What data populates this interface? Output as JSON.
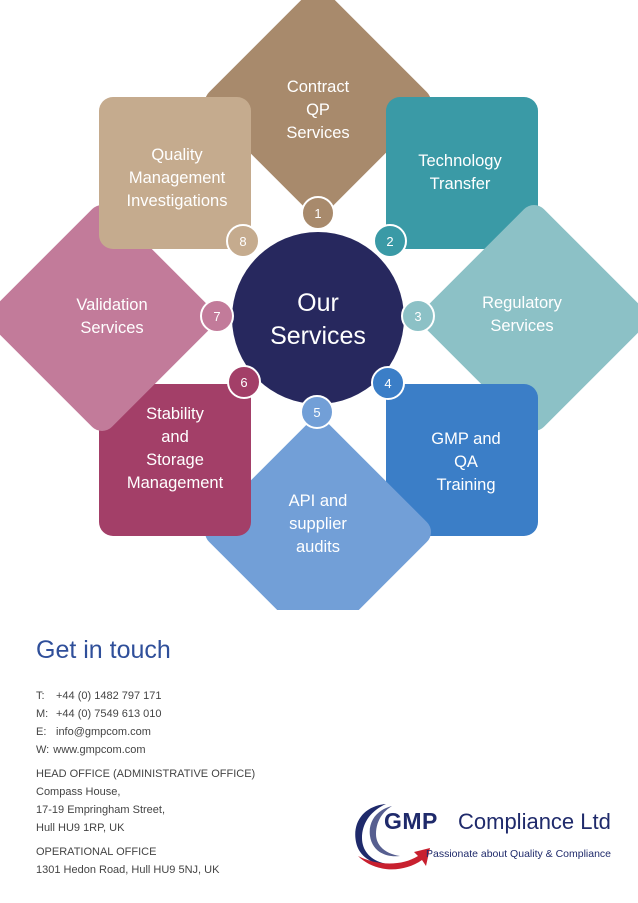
{
  "diagram": {
    "center": {
      "label": "Our\nServices",
      "color": "#27285e"
    },
    "services": [
      {
        "number": "1",
        "label": "Contract\nQP\nServices",
        "color": "#a88a6c"
      },
      {
        "number": "2",
        "label": "Technology\nTransfer",
        "color": "#3a9aa6"
      },
      {
        "number": "3",
        "label": "Regulatory\nServices",
        "color": "#8cc1c6"
      },
      {
        "number": "4",
        "label": "GMP and\nQA\nTraining",
        "color": "#3b7ec7"
      },
      {
        "number": "5",
        "label": "API and\nsupplier\naudits",
        "color": "#729fd7"
      },
      {
        "number": "6",
        "label": "Stability\nand\nStorage\nManagement",
        "color": "#a33f68"
      },
      {
        "number": "7",
        "label": "Validation\nServices",
        "color": "#c27b9a"
      },
      {
        "number": "8",
        "label": "Quality\nManagement\nInvestigations",
        "color": "#c5ab8e"
      }
    ]
  },
  "contact": {
    "title": "Get in touch",
    "phone": {
      "key": "T:",
      "value": "+44 (0) 1482 797 171"
    },
    "mobile": {
      "key": "M:",
      "value": "+44 (0) 7549 613 010"
    },
    "email": {
      "key": "E:",
      "value": "info@gmpcom.com"
    },
    "web": {
      "key": "W:",
      "value": "www.gmpcom.com"
    },
    "head_office": {
      "heading": "HEAD OFFICE (ADMINISTRATIVE OFFICE)",
      "line1": "Compass House,",
      "line2": "17-19 Empringham Street,",
      "line3": "Hull HU9 1RP, UK"
    },
    "operational_office": {
      "heading": "OPERATIONAL OFFICE",
      "line1": "1301 Hedon Road, Hull HU9 5NJ, UK"
    }
  },
  "logo": {
    "brand": "GMP",
    "name": "Compliance Ltd",
    "tagline": "Passionate about Quality & Compliance",
    "primary_color": "#1f2a6b",
    "accent_color": "#c8202f"
  }
}
